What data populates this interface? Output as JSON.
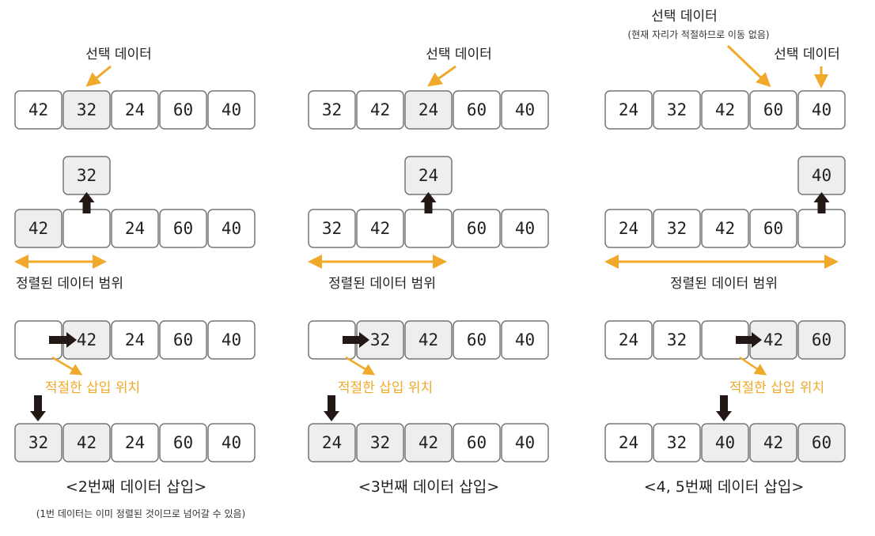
{
  "colors": {
    "accent": "#f0a92a",
    "box_gray": "#eeeeee",
    "border": "#777777",
    "arrow_black": "#231815"
  },
  "panels": [
    {
      "caption": "<2번째 데이터 삽입>",
      "note": "(1번 데이터는 이미 정렬된 것이므로 넘어갈 수 있음)",
      "select_labels": [
        {
          "text": "선택 데이터"
        }
      ],
      "row1": {
        "values": [
          "42",
          "32",
          "24",
          "60",
          "40"
        ],
        "gray": [
          1
        ]
      },
      "float_value": "32",
      "row2": {
        "values": [
          "42",
          "",
          "24",
          "60",
          "40"
        ],
        "gray": [
          0
        ]
      },
      "sorted_range_label": "정렬된 데이터 범위",
      "row3": {
        "values": [
          "",
          "42",
          "24",
          "60",
          "40"
        ],
        "gray": [
          1
        ]
      },
      "insert_label": "적절한 삽입 위치",
      "row4": {
        "values": [
          "32",
          "42",
          "24",
          "60",
          "40"
        ],
        "gray": [
          0,
          1
        ]
      }
    },
    {
      "caption": "<3번째 데이터 삽입>",
      "select_labels": [
        {
          "text": "선택 데이터"
        }
      ],
      "row1": {
        "values": [
          "32",
          "42",
          "24",
          "60",
          "40"
        ],
        "gray": [
          2
        ]
      },
      "float_value": "24",
      "row2": {
        "values": [
          "32",
          "42",
          "",
          "60",
          "40"
        ],
        "gray": []
      },
      "sorted_range_label": "정렬된 데이터 범위",
      "row3": {
        "values": [
          "",
          "32",
          "42",
          "60",
          "40"
        ],
        "gray": [
          1,
          2
        ]
      },
      "insert_label": "적절한 삽입 위치",
      "row4": {
        "values": [
          "24",
          "32",
          "42",
          "60",
          "40"
        ],
        "gray": [
          0,
          1,
          2
        ]
      }
    },
    {
      "caption": "<4, 5번째 데이터 삽입>",
      "select_labels": [
        {
          "text": "선택 데이터",
          "sub": "(현재 자리가 적절하므로 이동 없음)"
        },
        {
          "text": "선택 데이터"
        }
      ],
      "row1": {
        "values": [
          "24",
          "32",
          "42",
          "60",
          "40"
        ],
        "gray": []
      },
      "float_value": "40",
      "row2": {
        "values": [
          "24",
          "32",
          "42",
          "60",
          ""
        ],
        "gray": []
      },
      "sorted_range_label": "정렬된 데이터 범위",
      "row3": {
        "values": [
          "24",
          "32",
          "",
          "42",
          "60"
        ],
        "gray": [
          3,
          4
        ]
      },
      "insert_label": "적절한 삽입 위치",
      "row4": {
        "values": [
          "24",
          "32",
          "40",
          "42",
          "60"
        ],
        "gray": [
          2,
          3,
          4
        ]
      }
    }
  ]
}
